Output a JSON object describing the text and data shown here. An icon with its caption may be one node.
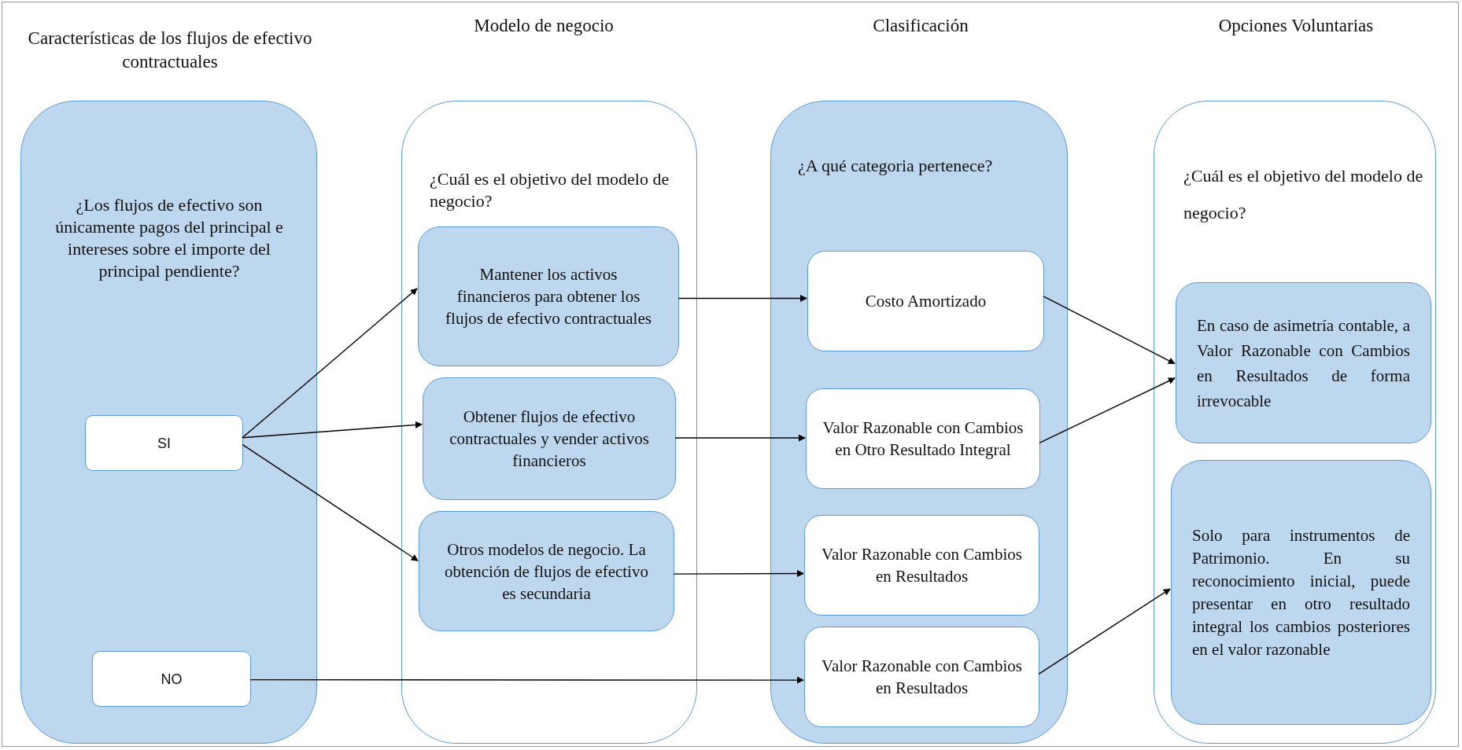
{
  "diagram": {
    "nodes": [
      {
        "text": [
          "Características de los flujos de efectivo contractuales",
          "¿Los flujos de efectivo son únicamente pagos del principal e intereses sobre el importe del principal pendiente?"
        ]
      },
      {
        "text": [
          "SI"
        ],
        "in": 0
      },
      {
        "text": [
          "NO"
        ],
        "in": 0
      },
      {
        "text": [
          "Modelo de negocio",
          "¿Cuál es el objetivo del modelo de negocio?"
        ]
      },
      {
        "text": [
          "Mantener los activos financieros para obtener los flujos de efectivo contractuales"
        ],
        "in": 3
      },
      {
        "text": [
          "Obtener flujos de efectivo contractuales y vender activos financieros"
        ],
        "in": 3
      },
      {
        "text": [
          "Otros modelos de negocio. La obtención de flujos de efectivo es secundaria"
        ],
        "in": 3
      },
      {
        "text": [
          "Clasificación",
          "¿A qué categoria pertenece?"
        ]
      },
      {
        "text": [
          "Costo Amortizado"
        ],
        "in": 7
      },
      {
        "text": [
          "Valor Razonable con Cambios en Otro Resultado Integral"
        ],
        "in": 7
      },
      {
        "text": [
          "Valor Razonable con Cambios en Resultados"
        ],
        "in": 7
      },
      {
        "text": [
          "Valor Razonable con Cambios en Resultados"
        ],
        "in": 7
      },
      {
        "text": [
          "Opciones Voluntarias",
          "¿Cuál es el objetivo del modelo de negocio?"
        ]
      },
      {
        "text": [
          "En caso de asimetría contable, a Valor Razonable con Cambios en Resultados de forma irrevocable"
        ],
        "in": 12
      },
      {
        "text": [
          "Solo para instrumentos de Patrimonio. En su reconocimiento inicial, puede presentar en otro resultado integral los cambios posteriores en el valor razonable"
        ],
        "in": 12
      }
    ],
    "edges": [
      {
        "from": 1,
        "to": 4,
        "arrow": "to"
      },
      {
        "from": 1,
        "to": 5,
        "arrow": "to"
      },
      {
        "from": 1,
        "to": 6,
        "arrow": "to"
      },
      {
        "from": 2,
        "to": 11,
        "arrow": "to"
      },
      {
        "from": 4,
        "to": 8,
        "arrow": "to"
      },
      {
        "from": 5,
        "to": 9,
        "arrow": "to"
      },
      {
        "from": 6,
        "to": 10,
        "arrow": "to"
      },
      {
        "from": 8,
        "to": 13,
        "arrow": "to"
      },
      {
        "from": 9,
        "to": 13,
        "arrow": "to"
      },
      {
        "from": 11,
        "to": 14,
        "arrow": "to"
      }
    ]
  }
}
